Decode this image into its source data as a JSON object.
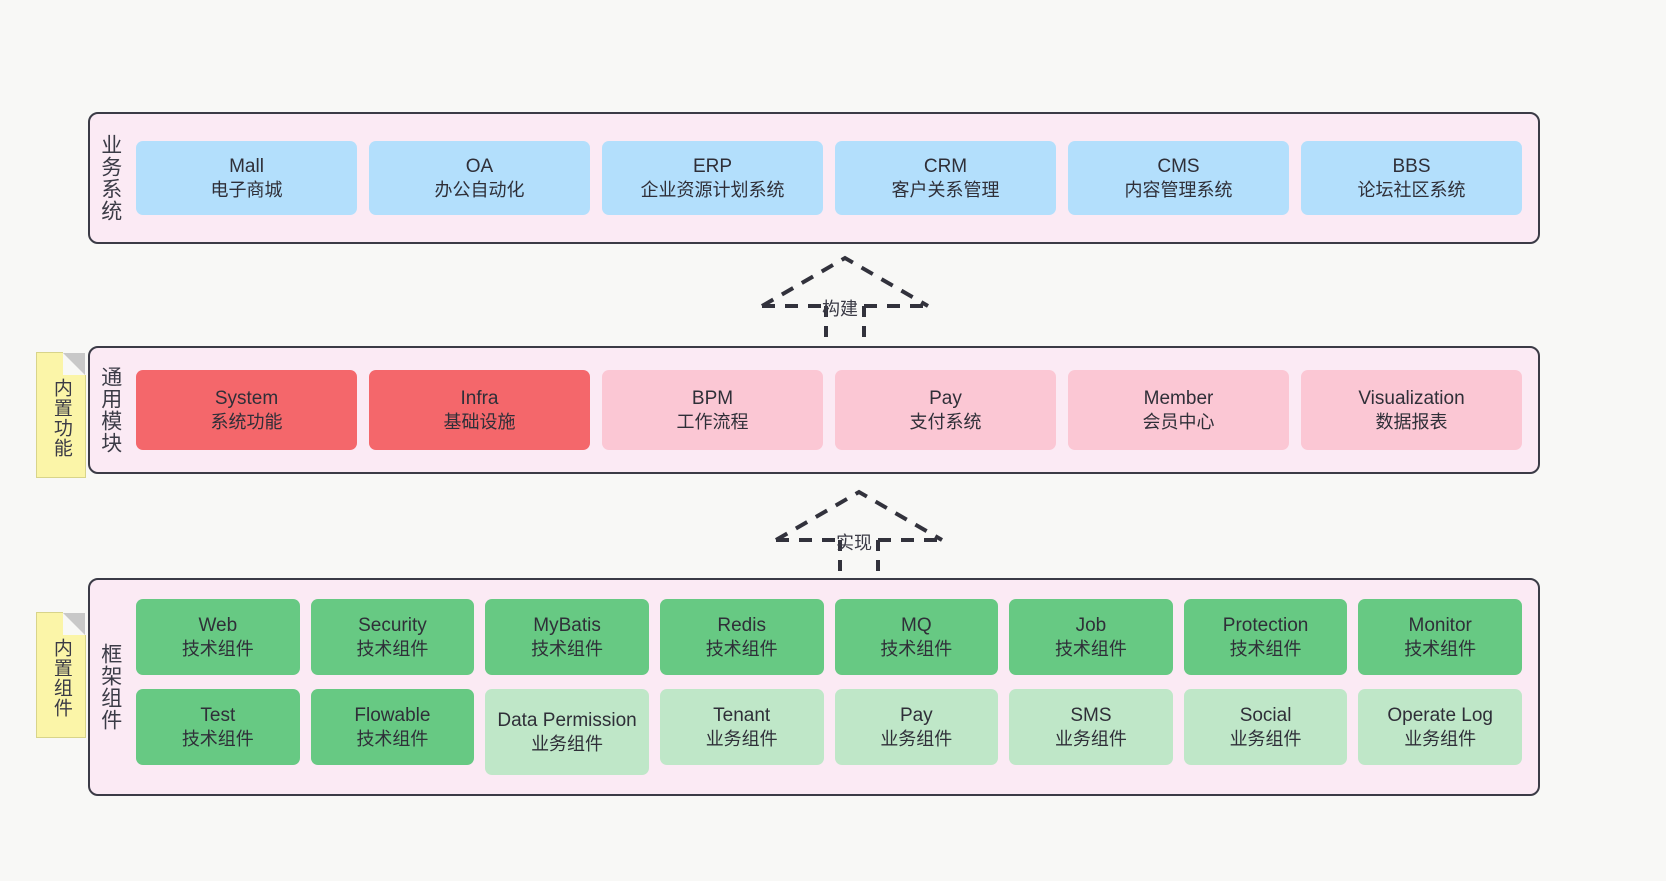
{
  "diagram": {
    "background": "#f8f8f6",
    "panel_fill": "#fbeaf4",
    "panel_border": "#3b3b46",
    "note_fill": "#fbf5a8",
    "colors": {
      "business": "#b3dffc",
      "core_highlight": "#f4676b",
      "core": "#fbc7d4",
      "tech": "#67c983",
      "biz_component": "#bfe7c8"
    }
  },
  "sections": {
    "business": {
      "title": "业务系统",
      "nodes": [
        {
          "en": "Mall",
          "cn": "电子商城"
        },
        {
          "en": "OA",
          "cn": "办公自动化"
        },
        {
          "en": "ERP",
          "cn": "企业资源计划系统"
        },
        {
          "en": "CRM",
          "cn": "客户关系管理"
        },
        {
          "en": "CMS",
          "cn": "内容管理系统"
        },
        {
          "en": "BBS",
          "cn": "论坛社区系统"
        }
      ]
    },
    "common": {
      "title": "通用模块",
      "note": "内置功能",
      "nodes": [
        {
          "en": "System",
          "cn": "系统功能",
          "style": "red"
        },
        {
          "en": "Infra",
          "cn": "基础设施",
          "style": "red"
        },
        {
          "en": "BPM",
          "cn": "工作流程",
          "style": "pink"
        },
        {
          "en": "Pay",
          "cn": "支付系统",
          "style": "pink"
        },
        {
          "en": "Member",
          "cn": "会员中心",
          "style": "pink"
        },
        {
          "en": "Visualization",
          "cn": "数据报表",
          "style": "pink"
        }
      ]
    },
    "framework": {
      "title": "框架组件",
      "note": "内置组件",
      "row1": [
        {
          "en": "Web",
          "cn": "技术组件",
          "style": "green"
        },
        {
          "en": "Security",
          "cn": "技术组件",
          "style": "green"
        },
        {
          "en": "MyBatis",
          "cn": "技术组件",
          "style": "green"
        },
        {
          "en": "Redis",
          "cn": "技术组件",
          "style": "green"
        },
        {
          "en": "MQ",
          "cn": "技术组件",
          "style": "green"
        },
        {
          "en": "Job",
          "cn": "技术组件",
          "style": "green"
        },
        {
          "en": "Protection",
          "cn": "技术组件",
          "style": "green"
        },
        {
          "en": "Monitor",
          "cn": "技术组件",
          "style": "green"
        }
      ],
      "row2": [
        {
          "en": "Test",
          "cn": "技术组件",
          "style": "green"
        },
        {
          "en": "Flowable",
          "cn": "技术组件",
          "style": "green"
        },
        {
          "en": "Data Permission",
          "cn": "业务组件",
          "style": "lgreen"
        },
        {
          "en": "Tenant",
          "cn": "业务组件",
          "style": "lgreen"
        },
        {
          "en": "Pay",
          "cn": "业务组件",
          "style": "lgreen"
        },
        {
          "en": "SMS",
          "cn": "业务组件",
          "style": "lgreen"
        },
        {
          "en": "Social",
          "cn": "业务组件",
          "style": "lgreen"
        },
        {
          "en": "Operate Log",
          "cn": "业务组件",
          "style": "lgreen"
        }
      ]
    }
  },
  "connectors": [
    {
      "label": "构建",
      "from": "通用模块",
      "to": "业务系统"
    },
    {
      "label": "实现",
      "from": "框架组件",
      "to": "通用模块"
    }
  ]
}
